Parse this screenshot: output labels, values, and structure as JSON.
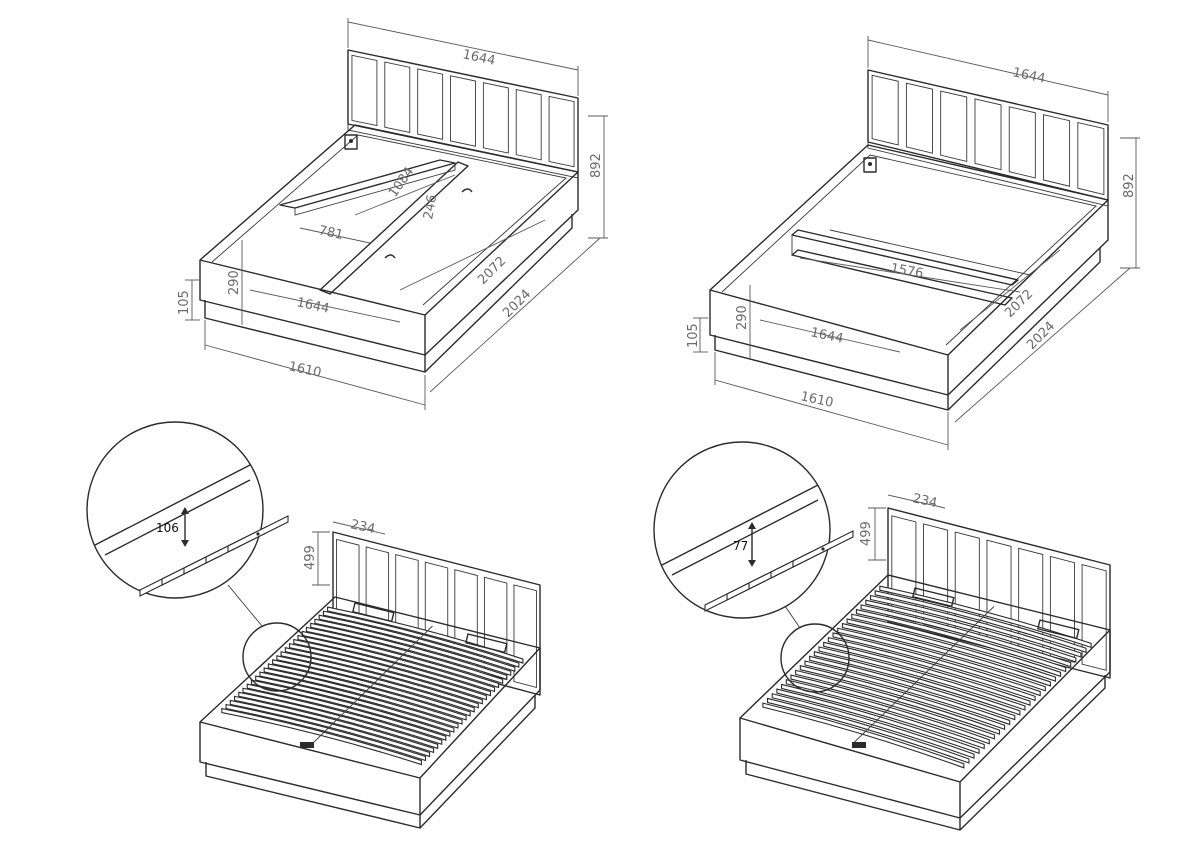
{
  "views": {
    "storage_dividers": {
      "headboard_width": "1644",
      "headboard_height": "892",
      "divider_length": "1084",
      "divider_height": "246",
      "compartment_width": "781",
      "inner_length": "2072",
      "inner_width": "1644",
      "box_depth": "290",
      "base_height": "105",
      "base_width": "1610",
      "overall_length": "2024"
    },
    "storage_open": {
      "headboard_width": "1644",
      "headboard_height": "892",
      "inner_width_top": "1576",
      "inner_length": "2072",
      "inner_width": "1644",
      "box_depth": "290",
      "base_height": "105",
      "base_width": "1610",
      "overall_length": "2024"
    },
    "slatted_frame_a": {
      "detail_height": "106",
      "headboard_height": "499",
      "headboard_offset": "234"
    },
    "slatted_frame_b": {
      "detail_height": "77",
      "headboard_height": "499",
      "headboard_offset": "234"
    }
  }
}
